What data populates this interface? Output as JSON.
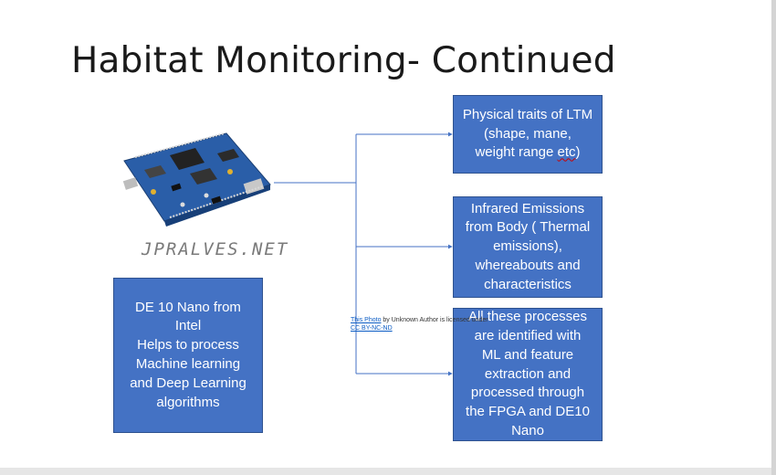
{
  "slide": {
    "title": "Habitat Monitoring- Continued",
    "left_box": {
      "text": "DE 10 Nano from\nIntel\nHelps to process\nMachine learning\nand Deep Learning\nalgorithms"
    },
    "right_boxes": [
      {
        "line1": "Physical traits of LTM",
        "line2": "(shape, mane,",
        "line3a": "weight range ",
        "line3b": "etc",
        "line3c": ")"
      },
      {
        "text": "Infrared Emissions\nfrom Body ( Thermal\nemissions),\nwhereabouts and\ncharacteristics"
      },
      {
        "text": "All these processes\nare identified with\nML and feature\nextraction and\nprocessed through\nthe FPGA and DE10\nNano"
      }
    ],
    "image_watermark": "JPRALVES.NET",
    "attribution": {
      "photo_link": "This Photo",
      "middle": " by Unknown Author is licensed under ",
      "license_link": "CC BY-NC-ND"
    }
  },
  "colors": {
    "box_fill": "#4472c4",
    "box_border": "#2f528f",
    "connector": "#4472c4"
  }
}
